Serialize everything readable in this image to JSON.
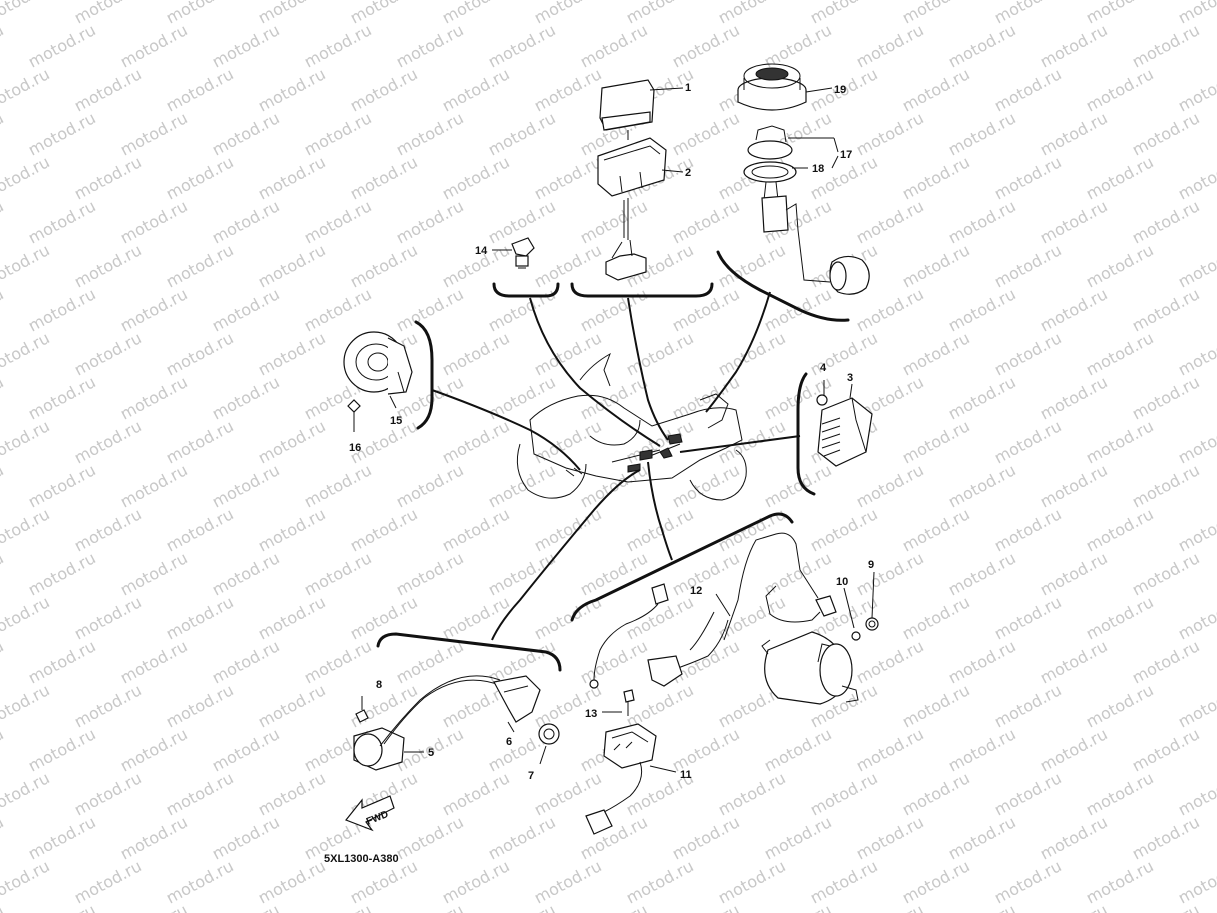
{
  "watermark_text": "motod.ru",
  "drawing_code": "5XL1300-A380",
  "fwd_label": "FWD",
  "callouts": {
    "c1": "1",
    "c2": "2",
    "c3": "3",
    "c4": "4",
    "c5": "5",
    "c6": "6",
    "c7": "7",
    "c8": "8",
    "c9": "9",
    "c10": "10",
    "c11": "11",
    "c12": "12",
    "c13": "13",
    "c14": "14",
    "c15": "15",
    "c16": "16",
    "c17": "17",
    "c18": "18",
    "c19": "19"
  }
}
